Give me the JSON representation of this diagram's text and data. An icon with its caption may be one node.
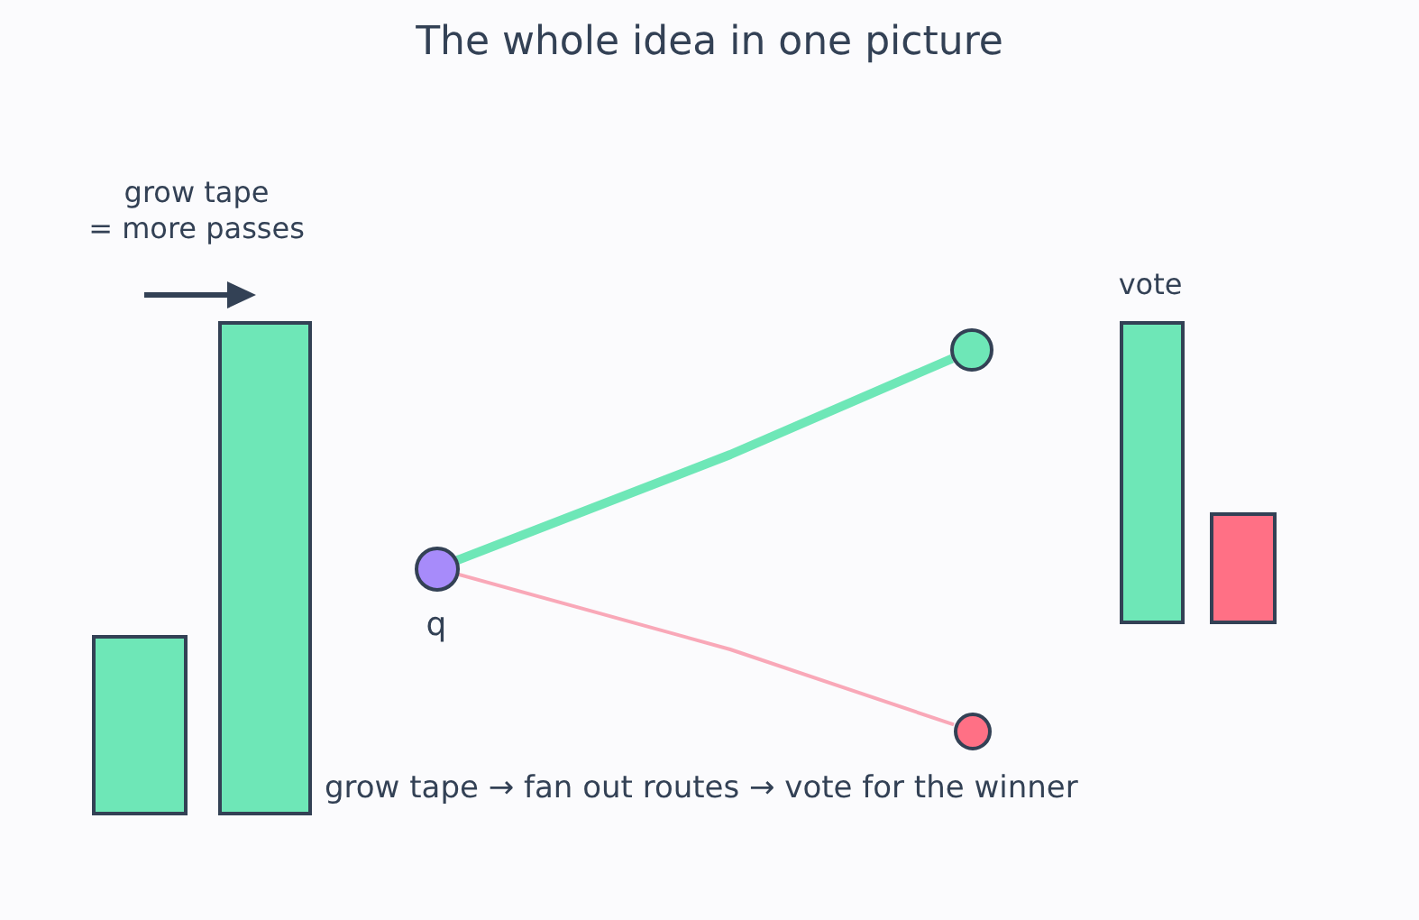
{
  "diagram": {
    "title": "The whole idea in one picture",
    "caption": "grow tape → fan out routes → vote for the winner",
    "nodes": [
      {
        "text": [],
        "shape": "bar"
      },
      {
        "text": [],
        "shape": "bar"
      },
      {
        "text": [],
        "shape": "circle",
        "beside": [
          "q"
        ]
      },
      {
        "text": [],
        "shape": "circle"
      },
      {
        "text": [],
        "shape": "circle"
      },
      {
        "text": [],
        "shape": "bar"
      },
      {
        "text": [],
        "shape": "bar"
      }
    ],
    "edges": [
      {
        "from": 2,
        "to": 3,
        "arrow": "none",
        "style": "thick",
        "color": "#6ee7b7"
      },
      {
        "from": 2,
        "to": 4,
        "arrow": "none",
        "color": "#f9a8b8"
      }
    ],
    "labels": [
      "grow tape = more passes",
      "vote"
    ]
  }
}
